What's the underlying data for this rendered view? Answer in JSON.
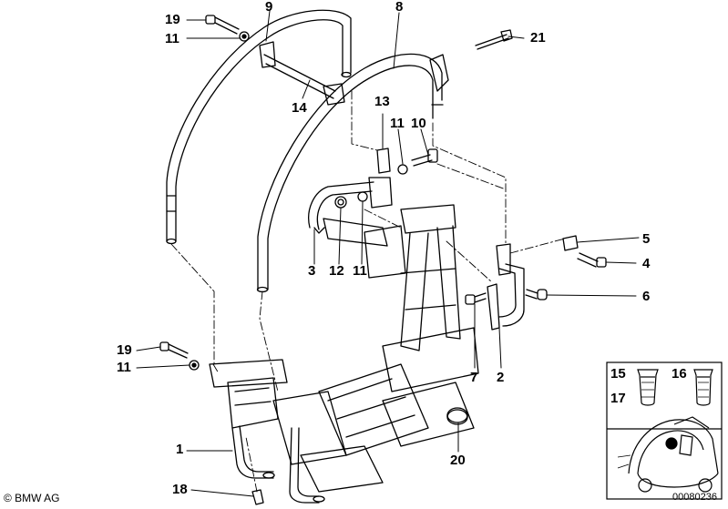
{
  "callouts": {
    "c1": "1",
    "c2": "2",
    "c3": "3",
    "c4": "4",
    "c5": "5",
    "c6": "6",
    "c7": "7",
    "c8": "8",
    "c9": "9",
    "c10": "10",
    "c11a": "11",
    "c11b": "11",
    "c11c": "11",
    "c11d": "11",
    "c12": "12",
    "c13": "13",
    "c14": "14",
    "c15": "15",
    "c16": "16",
    "c17": "17",
    "c18": "18",
    "c19a": "19",
    "c19b": "19",
    "c20": "20",
    "c21": "21"
  },
  "footer": {
    "brand": "© BMW AG",
    "doc_number": "00080236"
  }
}
